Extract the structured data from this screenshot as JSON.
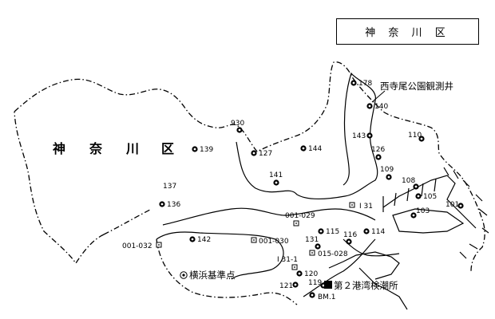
{
  "title": "神 奈 川 区",
  "district_label": [
    "神",
    "奈",
    "川",
    "区"
  ],
  "points": {
    "p139": {
      "label": "139",
      "type": "well"
    },
    "p930": {
      "label": "930",
      "type": "well"
    },
    "p127": {
      "label": "127",
      "type": "well"
    },
    "p144": {
      "label": "144",
      "type": "well"
    },
    "p141": {
      "label": "141",
      "type": "well"
    },
    "p137": {
      "label": "137",
      "type": "well"
    },
    "p136": {
      "label": "136",
      "type": "well"
    },
    "p142": {
      "label": "142",
      "type": "well"
    },
    "p178": {
      "label": "178",
      "type": "well"
    },
    "p140": {
      "label": "140",
      "type": "well"
    },
    "p143": {
      "label": "143",
      "type": "well"
    },
    "p110": {
      "label": "110",
      "type": "well"
    },
    "p126": {
      "label": "126",
      "type": "well"
    },
    "p109": {
      "label": "109",
      "type": "well"
    },
    "p108": {
      "label": "108",
      "type": "well"
    },
    "p105": {
      "label": "105",
      "type": "well"
    },
    "p103": {
      "label": "103",
      "type": "well"
    },
    "p101": {
      "label": "101",
      "type": "well"
    },
    "p115": {
      "label": "115",
      "type": "well"
    },
    "p114": {
      "label": "114",
      "type": "well"
    },
    "p116": {
      "label": "116",
      "type": "well"
    },
    "p131": {
      "label": "131",
      "type": "well"
    },
    "p120": {
      "label": "120",
      "type": "well"
    },
    "p121": {
      "label": "121",
      "type": "well"
    },
    "p119": {
      "label": "119",
      "type": "well"
    },
    "bm1": {
      "label": "BM.1",
      "type": "well"
    },
    "i31": {
      "label": "I 31",
      "type": "benchmark"
    },
    "i31_1": {
      "label": "I 31-1",
      "type": "benchmark"
    },
    "b001_029": {
      "label": "001-029",
      "type": "benchmark"
    },
    "b001_030": {
      "label": "001-030",
      "type": "benchmark"
    },
    "b015_028": {
      "label": "015-028",
      "type": "benchmark"
    },
    "b001_032": {
      "label": "001-032",
      "type": "benchmark"
    },
    "nishiterao": {
      "label": "西寺尾公園観測井",
      "type": "well"
    },
    "yokohama_kijun": {
      "label": "横浜基準点",
      "type": "origin"
    },
    "tide_station": {
      "label": "第２港湾検潮所",
      "type": "tide"
    }
  },
  "colors": {
    "line": "#000000",
    "background": "#ffffff"
  }
}
